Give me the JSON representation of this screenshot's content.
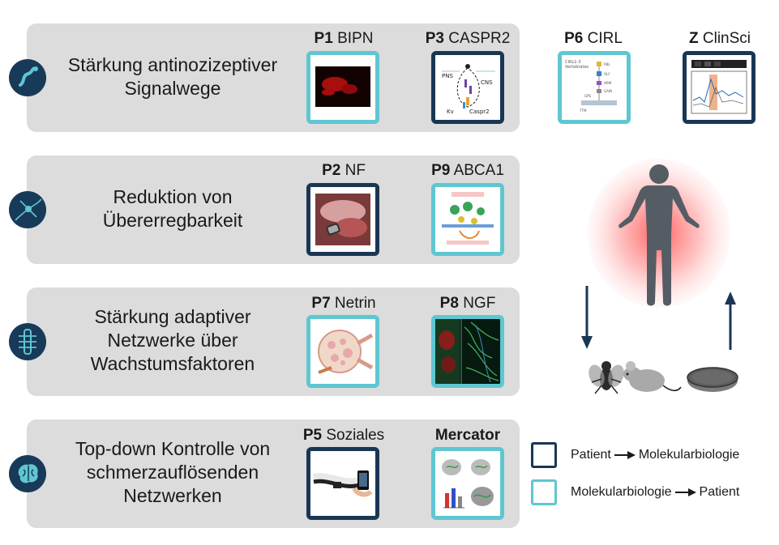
{
  "rows": [
    {
      "title_lines": [
        "Stärkung antinozizeptiver",
        "Signalwege"
      ],
      "icon": "nerve-fiber-icon"
    },
    {
      "title_lines": [
        "Reduktion von",
        "Übererregbarkeit"
      ],
      "icon": "neuron-icon"
    },
    {
      "title_lines": [
        "Stärkung adaptiver",
        "Netzwerke über",
        "Wachstumsfaktoren"
      ],
      "icon": "spinal-cord-icon"
    },
    {
      "title_lines": [
        "Top-down Kontrolle von",
        "schmerzauflösenden",
        "Netzwerken"
      ],
      "icon": "brain-icon"
    }
  ],
  "projects": [
    {
      "code": "P1",
      "name": "BIPN",
      "direction": "molecular-to-patient"
    },
    {
      "code": "P3",
      "name": "CASPR2",
      "direction": "molecular-to-patient",
      "thumb_text": [
        "PNS",
        "CNS",
        "Kv",
        "Caspr2"
      ]
    },
    {
      "code": "P6",
      "name": "CIRL",
      "direction": "patient-to-molecular",
      "thumb_text": [
        "CIRL1-3",
        "Vertebrates",
        "RBL",
        "OLF",
        "HRM",
        "GAIN",
        "GPS",
        "7TM"
      ]
    },
    {
      "code": "Z",
      "name": "ClinSci",
      "direction": "molecular-to-patient"
    },
    {
      "code": "P2",
      "name": "NF",
      "direction": "patient-to-molecular"
    },
    {
      "code": "P9",
      "name": "ABCA1",
      "direction": "molecular-to-patient"
    },
    {
      "code": "P7",
      "name": "Netrin",
      "direction": "patient-to-molecular"
    },
    {
      "code": "P8",
      "name": "NGF",
      "direction": "molecular-to-patient"
    },
    {
      "code": "P5",
      "name": "Soziales",
      "direction": "patient-to-molecular"
    },
    {
      "code": "",
      "name": "Mercator",
      "direction": "molecular-to-patient"
    }
  ],
  "legend": {
    "item1": {
      "from": "Patient",
      "to": "Molekularbiologie",
      "color": "#1a3655"
    },
    "item2": {
      "from": "Molekularbiologie",
      "to": "Patient",
      "color": "#5fc6d2"
    }
  },
  "colors": {
    "band": "#dcdcdc",
    "icon_bg": "#173a58",
    "dark_frame": "#1a3655",
    "light_frame": "#5fc6d2",
    "pain_glow": "#ff5a5a"
  },
  "model_organisms": [
    "fly-icon",
    "mouse-icon",
    "petri-dish-icon"
  ]
}
